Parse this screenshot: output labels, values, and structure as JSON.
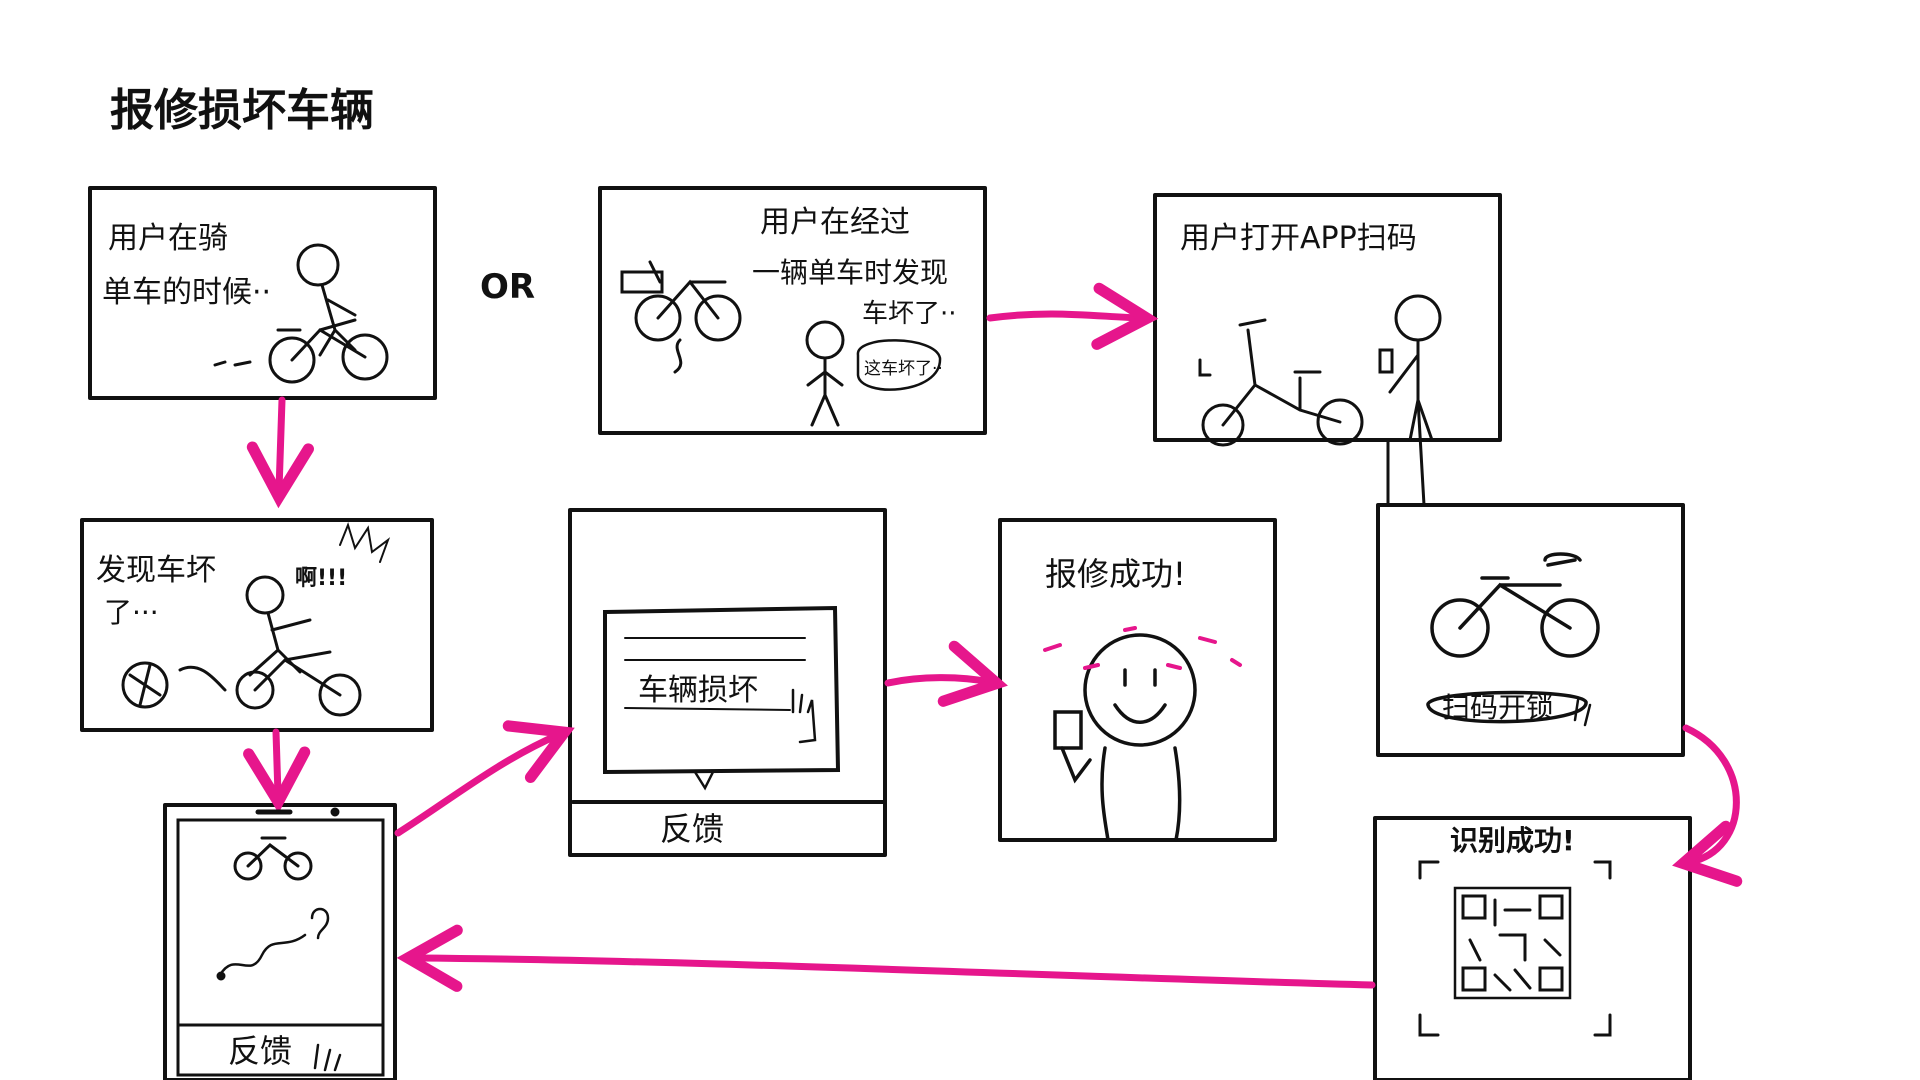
{
  "title": "报修损坏车辆",
  "or_label": "OR",
  "panels": {
    "riding": {
      "caption_line1": "用户在骑",
      "caption_line2": "单车的时候··"
    },
    "passing": {
      "caption_line1": "用户在经过",
      "caption_line2": "一辆单车时发现",
      "caption_line3": "车坏了··",
      "speech": "这车坏了··"
    },
    "scan": {
      "caption": "用户打开APP扫码"
    },
    "broken": {
      "caption_line1": "发现车坏",
      "caption_line2": "了···",
      "shout": "啊!!!"
    },
    "feedback_popup": {
      "option": "车辆损坏",
      "tab": "反馈"
    },
    "success": {
      "caption": "报修成功!"
    },
    "unlock": {
      "button": "扫码开锁"
    },
    "recognized": {
      "caption": "识别成功!"
    },
    "phone": {
      "tab": "反馈"
    }
  },
  "colors": {
    "arrow": "#e6168c",
    "ink": "#111111",
    "background": "#ffffff"
  }
}
